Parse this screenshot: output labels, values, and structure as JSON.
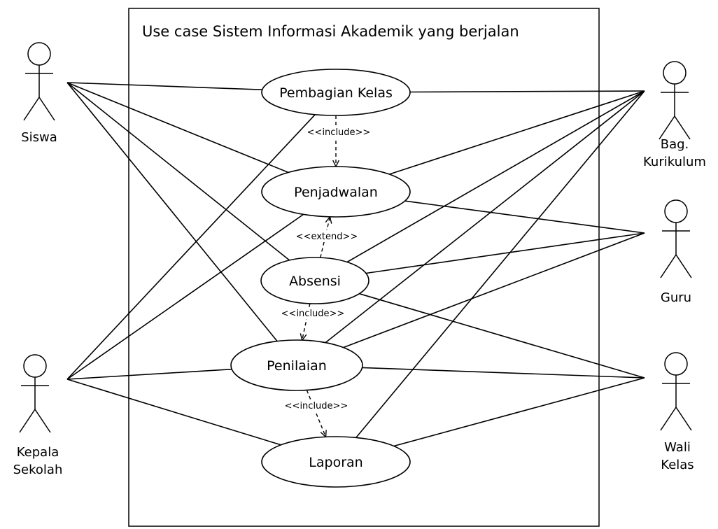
{
  "system_title": "Use case Sistem Informasi Akademik yang berjalan",
  "actors": [
    {
      "id": "siswa",
      "lines": [
        "Siswa"
      ]
    },
    {
      "id": "kepala-sekolah",
      "lines": [
        "Kepala",
        "Sekolah"
      ]
    },
    {
      "id": "bag-kurikulum",
      "lines": [
        "Bag.",
        "Kurikulum"
      ]
    },
    {
      "id": "guru",
      "lines": [
        "Guru"
      ]
    },
    {
      "id": "wali-kelas",
      "lines": [
        "Wali",
        "Kelas"
      ]
    }
  ],
  "use_cases": [
    {
      "id": "pembagian-kelas",
      "label": "Pembagian Kelas"
    },
    {
      "id": "penjadwalan",
      "label": "Penjadwalan"
    },
    {
      "id": "absensi",
      "label": "Absensi"
    },
    {
      "id": "penilaian",
      "label": "Penilaian"
    },
    {
      "id": "laporan",
      "label": "Laporan"
    }
  ],
  "associations": [
    [
      "siswa",
      "pembagian-kelas"
    ],
    [
      "siswa",
      "penjadwalan"
    ],
    [
      "siswa",
      "absensi"
    ],
    [
      "siswa",
      "penilaian"
    ],
    [
      "kepala-sekolah",
      "pembagian-kelas"
    ],
    [
      "kepala-sekolah",
      "penjadwalan"
    ],
    [
      "kepala-sekolah",
      "penilaian"
    ],
    [
      "kepala-sekolah",
      "laporan"
    ],
    [
      "bag-kurikulum",
      "pembagian-kelas"
    ],
    [
      "bag-kurikulum",
      "penjadwalan"
    ],
    [
      "bag-kurikulum",
      "absensi"
    ],
    [
      "bag-kurikulum",
      "penilaian"
    ],
    [
      "bag-kurikulum",
      "laporan"
    ],
    [
      "guru",
      "penjadwalan"
    ],
    [
      "guru",
      "absensi"
    ],
    [
      "guru",
      "penilaian"
    ],
    [
      "wali-kelas",
      "absensi"
    ],
    [
      "wali-kelas",
      "penilaian"
    ],
    [
      "wali-kelas",
      "laporan"
    ]
  ],
  "relations": [
    {
      "from": "pembagian-kelas",
      "to": "penjadwalan",
      "stereotype": "<<include>>"
    },
    {
      "from": "absensi",
      "to": "penjadwalan",
      "stereotype": "<<extend>>"
    },
    {
      "from": "absensi",
      "to": "penilaian",
      "stereotype": "<<include>>"
    },
    {
      "from": "penilaian",
      "to": "laporan",
      "stereotype": "<<include>>"
    }
  ]
}
